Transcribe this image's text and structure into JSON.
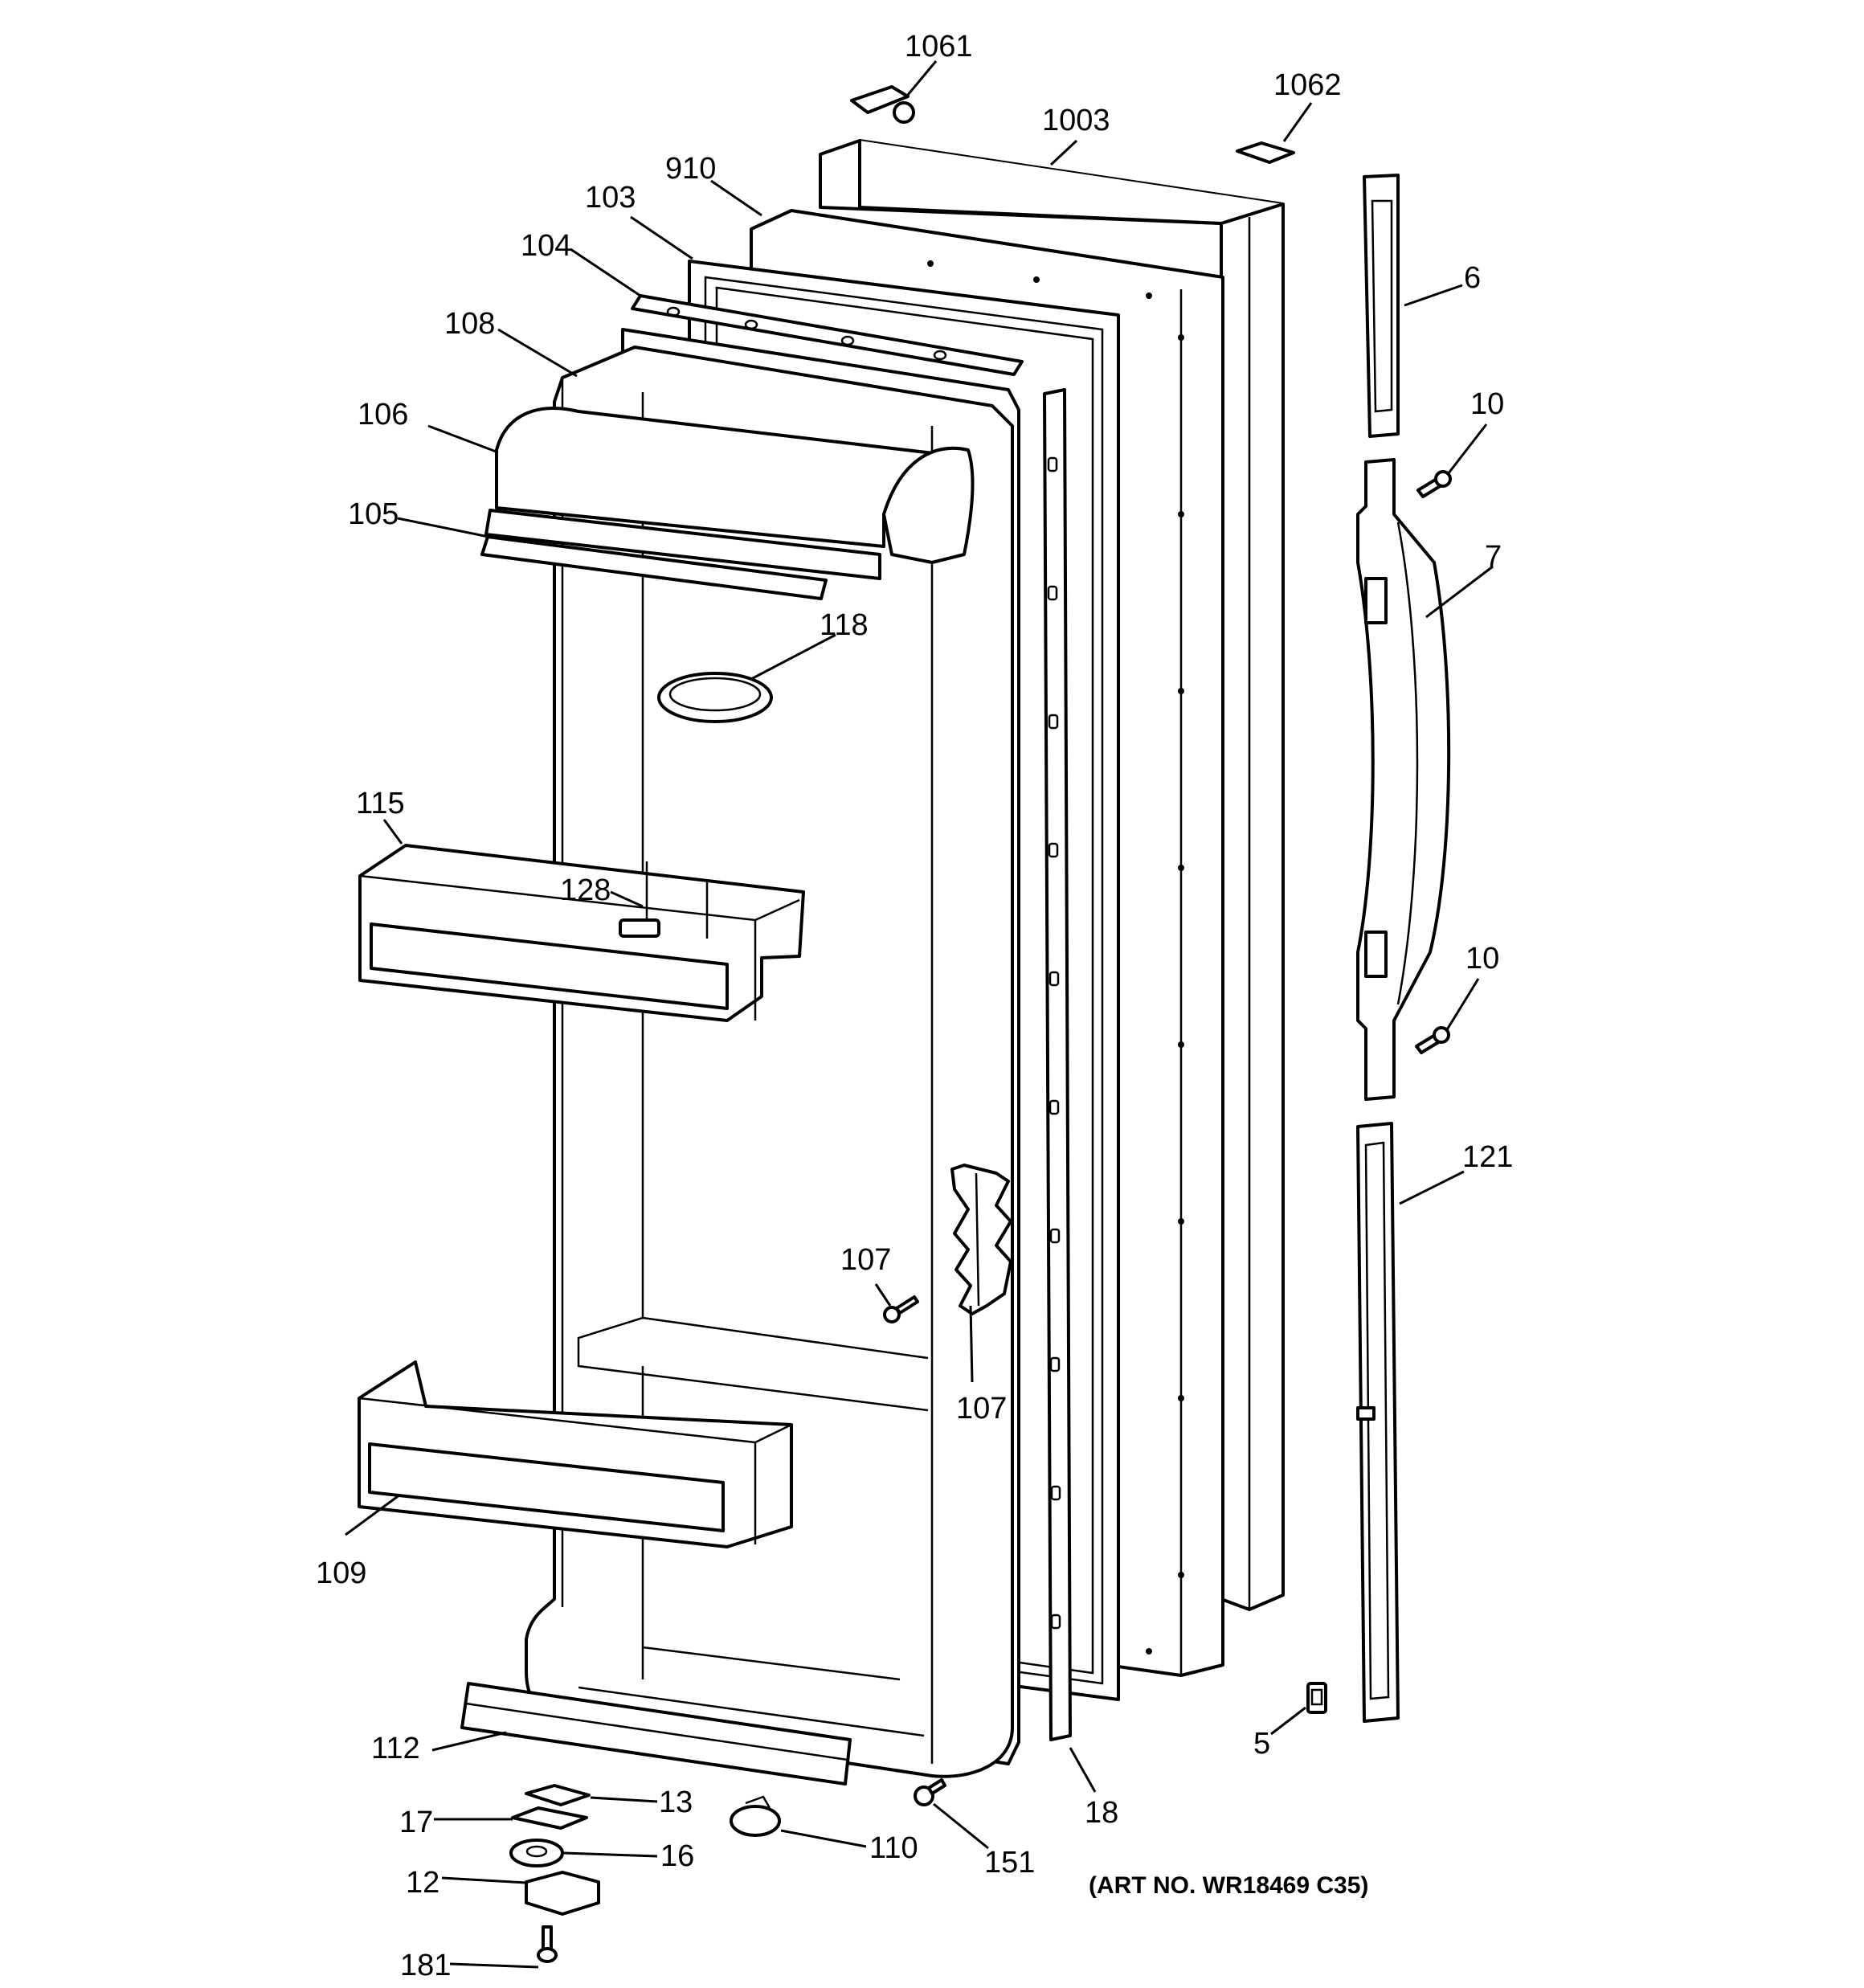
{
  "diagram": {
    "art_number": "(ART NO. WR18469 C35)",
    "callouts": [
      {
        "id": "c-1061",
        "text": "1061"
      },
      {
        "id": "c-1062",
        "text": "1062"
      },
      {
        "id": "c-1003",
        "text": "1003"
      },
      {
        "id": "c-910",
        "text": "910"
      },
      {
        "id": "c-103",
        "text": "103"
      },
      {
        "id": "c-104",
        "text": "104"
      },
      {
        "id": "c-108",
        "text": "108"
      },
      {
        "id": "c-106",
        "text": "106"
      },
      {
        "id": "c-105",
        "text": "105"
      },
      {
        "id": "c-118",
        "text": "118"
      },
      {
        "id": "c-115",
        "text": "115"
      },
      {
        "id": "c-128",
        "text": "128"
      },
      {
        "id": "c-107a",
        "text": "107"
      },
      {
        "id": "c-107b",
        "text": "107"
      },
      {
        "id": "c-109",
        "text": "109"
      },
      {
        "id": "c-112",
        "text": "112"
      },
      {
        "id": "c-6",
        "text": "6"
      },
      {
        "id": "c-10a",
        "text": "10"
      },
      {
        "id": "c-7",
        "text": "7"
      },
      {
        "id": "c-10b",
        "text": "10"
      },
      {
        "id": "c-121",
        "text": "121"
      },
      {
        "id": "c-5",
        "text": "5"
      },
      {
        "id": "c-18",
        "text": "18"
      },
      {
        "id": "c-13",
        "text": "13"
      },
      {
        "id": "c-17",
        "text": "17"
      },
      {
        "id": "c-16",
        "text": "16"
      },
      {
        "id": "c-12",
        "text": "12"
      },
      {
        "id": "c-181",
        "text": "181"
      },
      {
        "id": "c-110",
        "text": "110"
      },
      {
        "id": "c-151",
        "text": "151"
      }
    ]
  }
}
